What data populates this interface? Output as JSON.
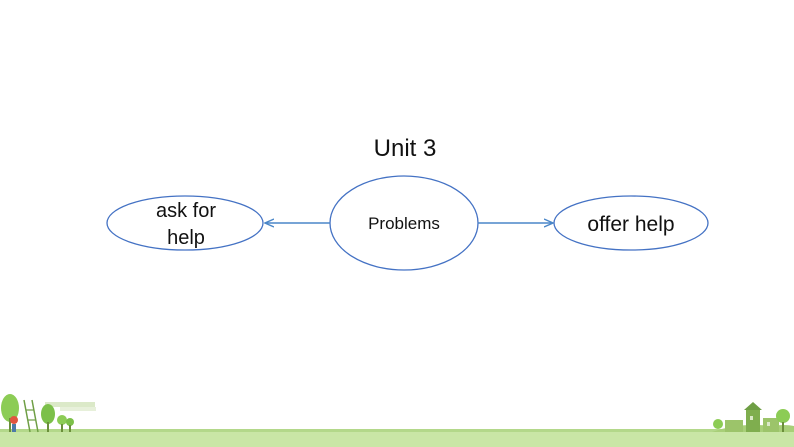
{
  "diagram": {
    "title": "Unit 3",
    "center_node": {
      "label": "Problems"
    },
    "left_node": {
      "label_line1": "ask for",
      "label_line2": "help"
    },
    "right_node": {
      "label": "offer help"
    }
  },
  "colors": {
    "node_stroke": "#4472c4",
    "arrow": "#4a86c8",
    "text": "#111111",
    "grass": "#c5e3a0",
    "tree": "#7cc04a"
  },
  "icons": {
    "footer_left": "park-scene-icon",
    "footer_right": "village-scene-icon"
  }
}
